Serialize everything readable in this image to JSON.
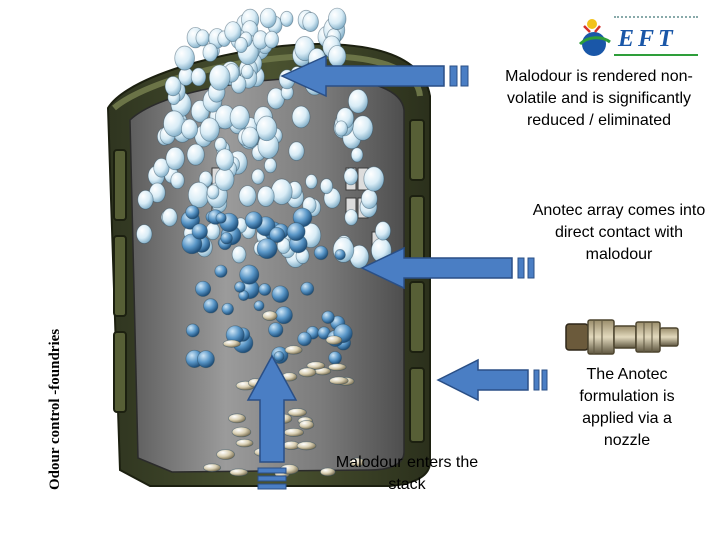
{
  "side_title": "Odour control -foundries",
  "captions": {
    "top": "Malodour is rendered non-volatile and is significantly reduced / eliminated",
    "middle": "Anotec array comes into direct contact with malodour",
    "nozzle": "The Anotec formulation is applied via a nozzle",
    "bottom": "Malodour enters the stack"
  },
  "logo": {
    "word": "EFT",
    "icon": "eft-logo-icon"
  },
  "colors": {
    "arrow_fill": "#4a7ec4",
    "arrow_stroke": "#2a4f86",
    "stack_wall": "#3d4427",
    "stack_inner": "#8a8a8a"
  }
}
